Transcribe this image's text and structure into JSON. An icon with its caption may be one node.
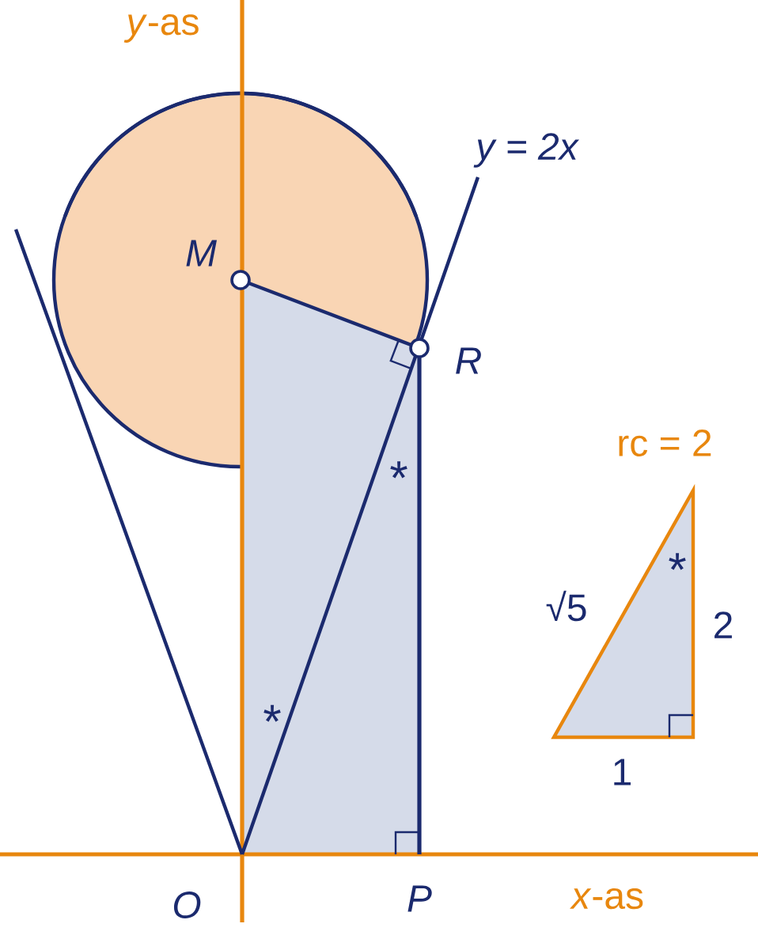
{
  "diagram": {
    "labels": [
      "*y*-as",
      "y = 2x",
      "M",
      "R",
      "rc = 2",
      "*",
      "*",
      "√5",
      "2",
      "*",
      "1",
      "O",
      "P",
      "*x*-as"
    ]
  }
}
